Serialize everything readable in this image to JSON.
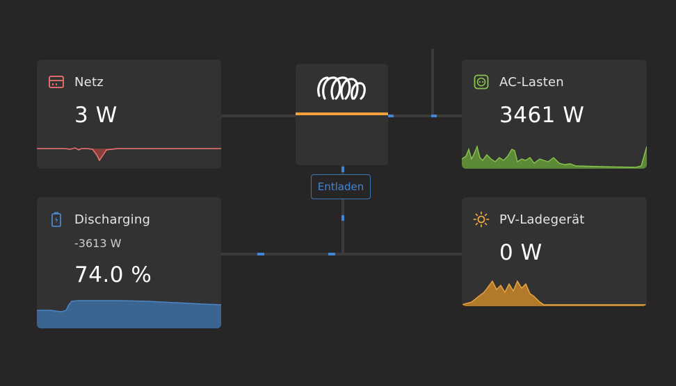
{
  "colors": {
    "background": "#272525",
    "card": "#323232",
    "grid": "#f07470",
    "ac_loads": "#8ac64e",
    "battery": "#4a86c8",
    "pv": "#f0a640",
    "inverter_bar": "#f2a13a",
    "wire": "#3b3b3b",
    "flow": "#3f86d6"
  },
  "grid": {
    "title": "Netz",
    "icon": "grid-meter-icon",
    "power": "3 W"
  },
  "inverter": {
    "icon": "victron-logo-icon",
    "mode": "Entladen"
  },
  "ac_loads": {
    "title": "AC-Lasten",
    "icon": "ac-socket-icon",
    "power": "3461 W"
  },
  "battery": {
    "title": "Discharging",
    "icon": "battery-icon",
    "power": "-3613 W",
    "soc": "74.0 %"
  },
  "pv_charger": {
    "title": "PV-Ladegerät",
    "icon": "sun-icon",
    "power": "0 W"
  }
}
